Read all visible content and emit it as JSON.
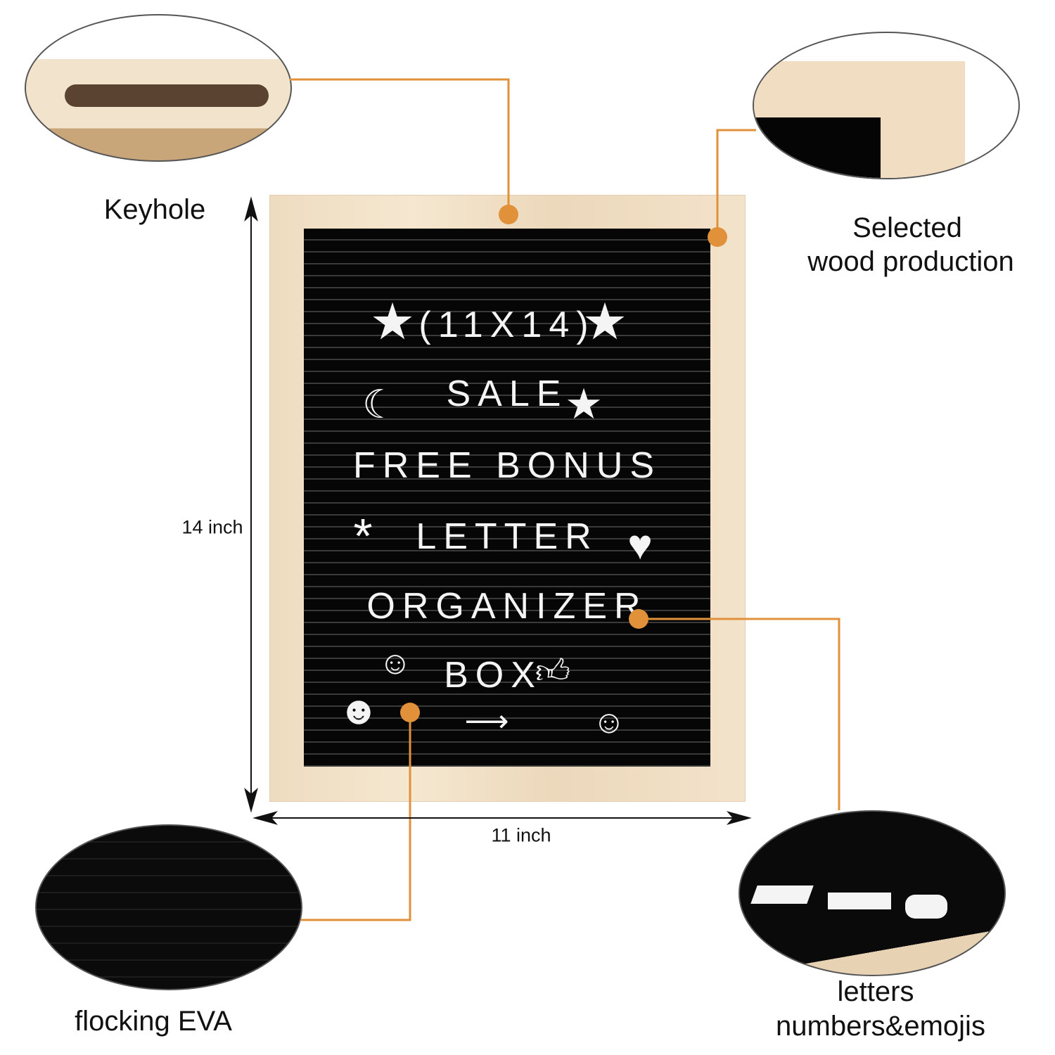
{
  "callouts": {
    "keyhole": "Keyhole",
    "wood": [
      "Selected",
      "wood production"
    ],
    "flocking": "flocking EVA",
    "letters": [
      "letters",
      "numbers&emojis"
    ]
  },
  "dimensions": {
    "height": "14 inch",
    "width": "11 inch"
  },
  "board": {
    "rows": [
      "(11X14)",
      "SALE",
      "FREE BONUS",
      "LETTER",
      "ORGANIZER",
      "BOX"
    ]
  },
  "colors": {
    "accent": "#E0913A",
    "felt": "#060606",
    "wood": "#F1E1C8"
  }
}
